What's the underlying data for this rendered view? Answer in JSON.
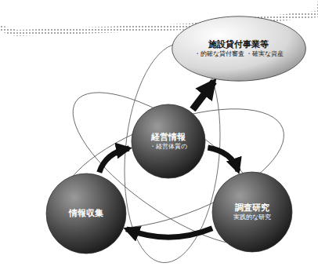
{
  "diagram": {
    "nodes": [
      {
        "text": [
          "施設貸付事業等",
          "・的確な貸付審査 ・確実な資産"
        ]
      },
      {
        "text": [
          "経営情報",
          "・経営体質の"
        ]
      },
      {
        "text": [
          "調査研究",
          "実践的な研究"
        ]
      },
      {
        "text": [
          "情報収集"
        ]
      }
    ],
    "edges": [
      {
        "from": 1,
        "to": 0,
        "arrow": "to"
      },
      {
        "from": 3,
        "to": 1,
        "arrow": "to"
      },
      {
        "from": 1,
        "to": 2,
        "arrow": "to"
      },
      {
        "from": 2,
        "to": 3,
        "arrow": "to"
      }
    ]
  }
}
